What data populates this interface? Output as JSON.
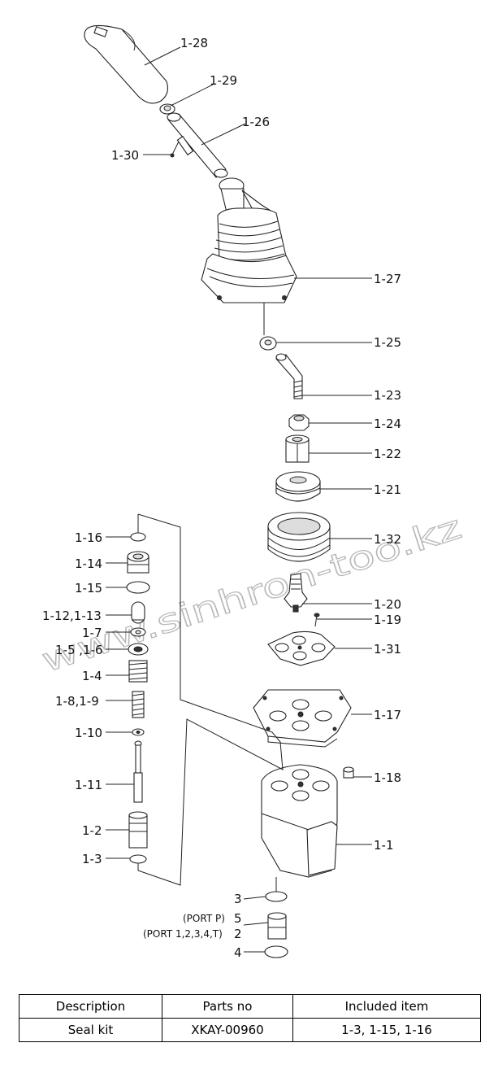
{
  "labels": {
    "l128": "1-28",
    "l129": "1-29",
    "l126": "1-26",
    "l130": "1-30",
    "l127": "1-27",
    "l125": "1-25",
    "l123": "1-23",
    "l124": "1-24",
    "l122": "1-22",
    "l121": "1-21",
    "l132": "1-32",
    "l120": "1-20",
    "l119": "1-19",
    "l131": "1-31",
    "l117": "1-17",
    "l118": "1-18",
    "l11": "1-1",
    "l116": "1-16",
    "l114": "1-14",
    "l115": "1-15",
    "l112": "1-12,1-13",
    "l17": "1-7",
    "l15": "1-5 ,1-6",
    "l14": "1-4",
    "l18": "1-8,1-9",
    "l110": "1-10",
    "l111": "1-11",
    "l12": "1-2",
    "l13": "1-3",
    "n3": "3",
    "n5": "5",
    "n2": "2",
    "n4": "4",
    "port_p": "(PORT P)",
    "port_all": "(PORT 1,2,3,4,T)"
  },
  "watermark": "www.sinhron-too.kz",
  "table": {
    "headers": [
      "Description",
      "Parts no",
      "Included item"
    ],
    "row": [
      "Seal kit",
      "XKAY-00960",
      "1-3, 1-15, 1-16"
    ]
  }
}
